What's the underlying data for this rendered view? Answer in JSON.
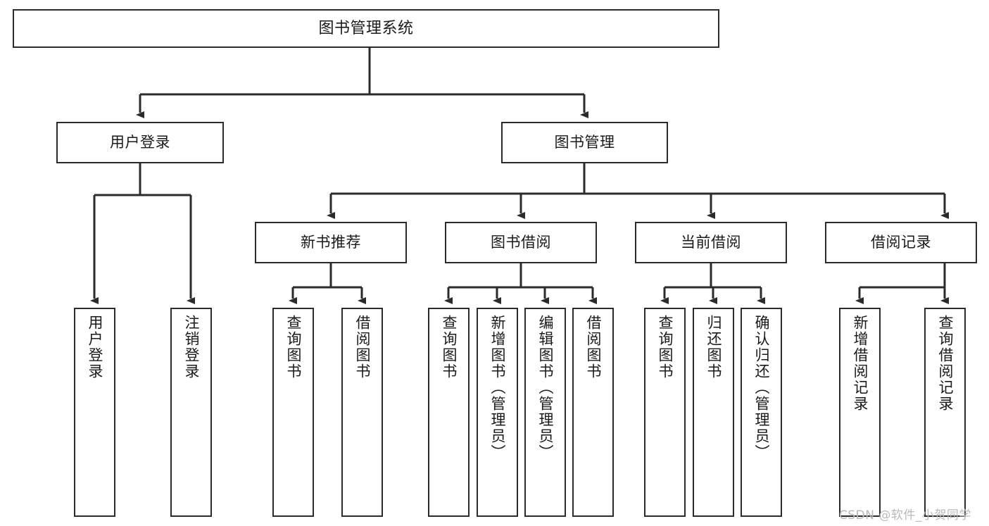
{
  "diagram": {
    "title": "图书管理系统",
    "type": "tree-hierarchy-chart",
    "root": {
      "label": "图书管理系统"
    },
    "level2": [
      {
        "label": "用户登录"
      },
      {
        "label": "图书管理"
      }
    ],
    "level3": [
      {
        "label": "新书推荐"
      },
      {
        "label": "图书借阅"
      },
      {
        "label": "当前借阅"
      },
      {
        "label": "借阅记录"
      }
    ],
    "leaves": [
      {
        "label": "用户登录"
      },
      {
        "label": "注销登录"
      },
      {
        "label": "查询图书"
      },
      {
        "label": "借阅图书"
      },
      {
        "label": "查询图书"
      },
      {
        "label": "新增图书（管理员）"
      },
      {
        "label": "编辑图书（管理员）"
      },
      {
        "label": "借阅图书"
      },
      {
        "label": "查询图书"
      },
      {
        "label": "归还图书"
      },
      {
        "label": "确认归还（管理员）"
      },
      {
        "label": "新增借阅记录"
      },
      {
        "label": "查询借阅记录"
      }
    ],
    "watermark": "CSDN @软件_小贺同学",
    "colors": {
      "stroke": "#2b2b2b",
      "fill": "#ffffff",
      "text": "#1a1a1a",
      "watermark": "#b9b9b9"
    }
  }
}
